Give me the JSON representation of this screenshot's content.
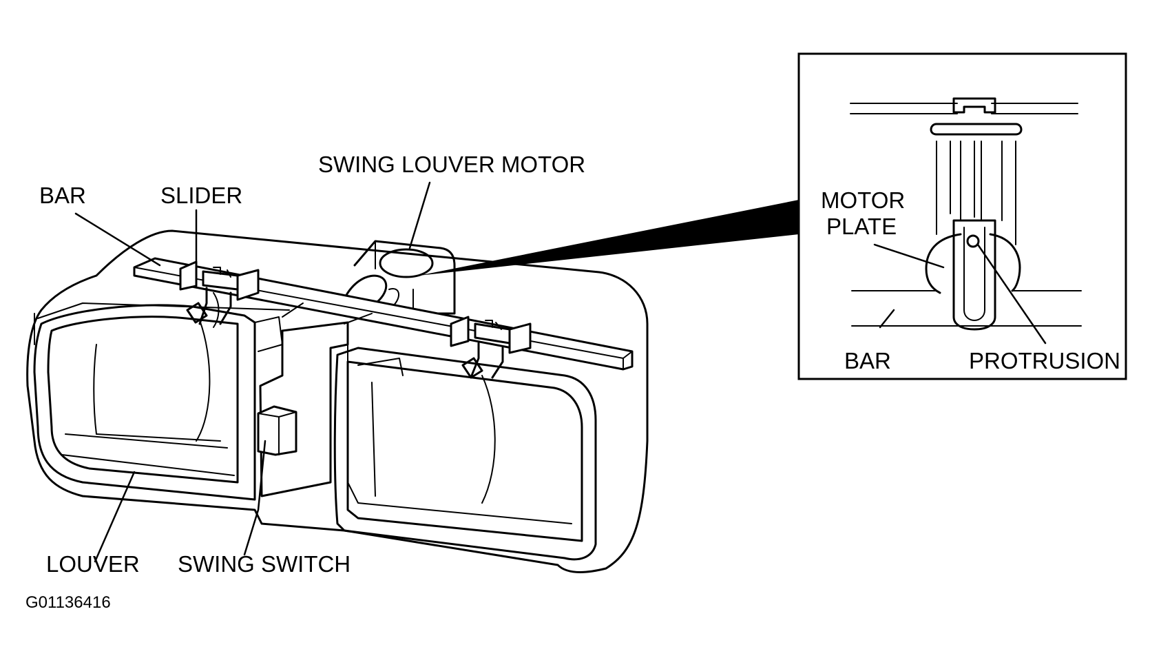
{
  "labels": {
    "bar": "BAR",
    "slider": "SLIDER",
    "swing_louver_motor": "SWING LOUVER MOTOR",
    "louver": "LOUVER",
    "swing_switch": "SWING SWITCH",
    "motor_plate_line1": "MOTOR",
    "motor_plate_line2": "PLATE",
    "inset_bar": "BAR",
    "protrusion": "PROTRUSION"
  },
  "figure_code": "G01136416",
  "colors": {
    "ink": "#000000",
    "background": "#ffffff"
  }
}
